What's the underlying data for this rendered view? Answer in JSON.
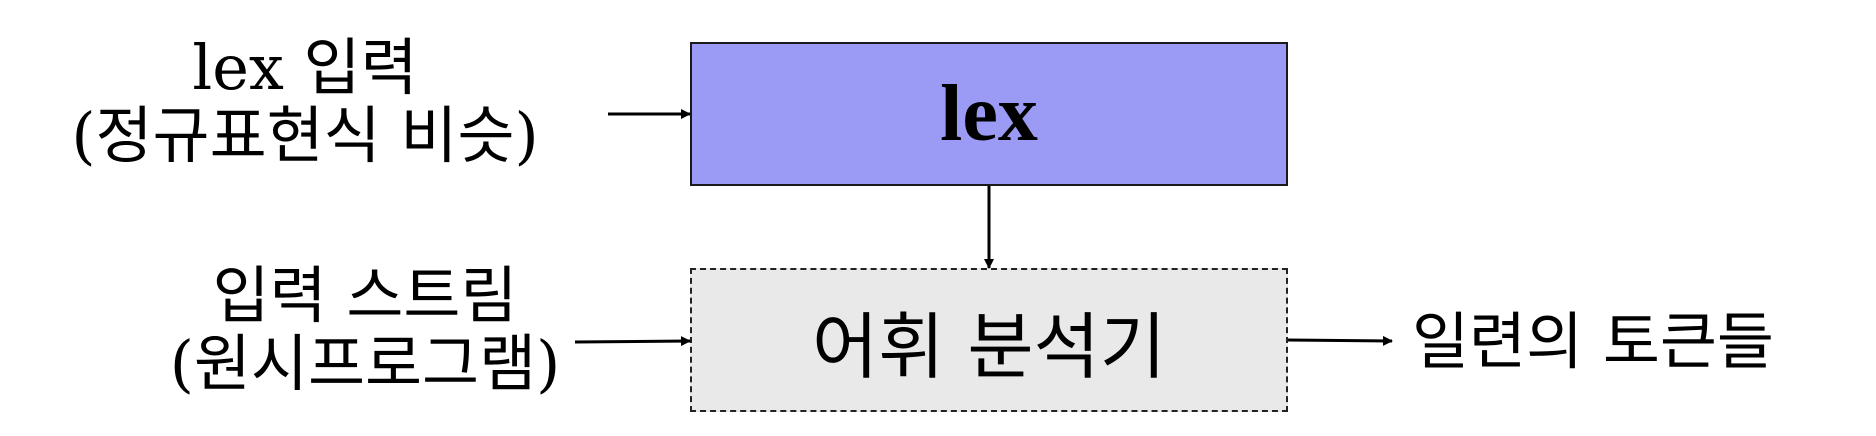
{
  "lex_input": {
    "line1": "lex 입력",
    "line2": "(정규표현식 비슷)"
  },
  "lex_box": {
    "label": "lex",
    "fill": "#9b9bf5"
  },
  "stream_input": {
    "line1": "입력 스트림",
    "line2": "(원시프로그램)"
  },
  "lexer_box": {
    "label": "어휘 분석기",
    "fill": "#e9e9e9"
  },
  "tokens_output": {
    "label": "일련의 토큰들"
  },
  "colors": {
    "arrow": "#000000"
  }
}
